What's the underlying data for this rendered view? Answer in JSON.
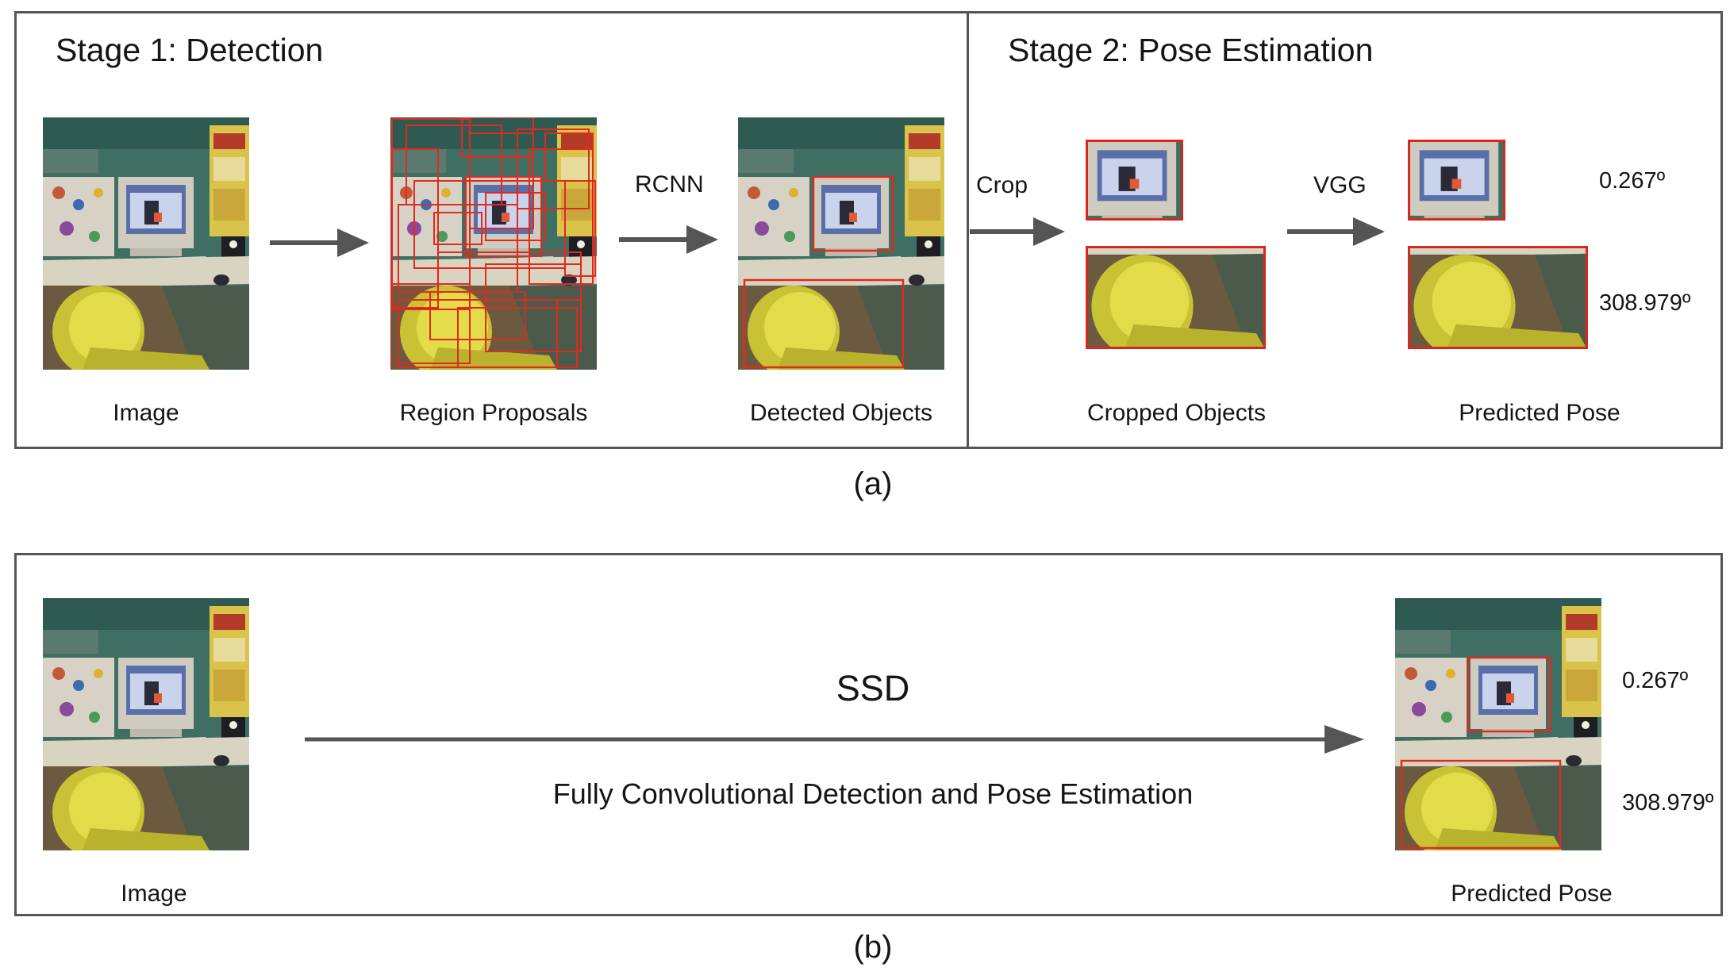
{
  "panel_a": {
    "stage1_title": "Stage 1: Detection",
    "stage2_title": "Stage 2: Pose Estimation",
    "captions": {
      "image": "Image",
      "region_proposals": "Region Proposals",
      "detected_objects": "Detected Objects",
      "cropped_objects": "Cropped Objects",
      "predicted_pose": "Predicted Pose"
    },
    "ops": {
      "rcnn": "RCNN",
      "crop": "Crop",
      "vgg": "VGG"
    },
    "poses": [
      "0.267º",
      "308.979º"
    ],
    "label": "(a)"
  },
  "panel_b": {
    "method": "SSD",
    "description": "Fully Convolutional Detection and Pose Estimation",
    "captions": {
      "image": "Image",
      "predicted_pose": "Predicted Pose"
    },
    "poses": [
      "0.267º",
      "308.979º"
    ],
    "label": "(b)"
  },
  "colors": {
    "frame": "#555555",
    "arrow": "#555555",
    "box": "#d8281e"
  }
}
